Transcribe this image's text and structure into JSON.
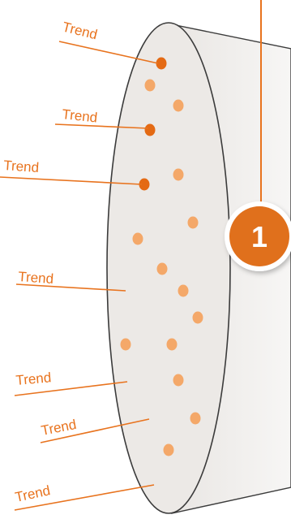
{
  "diagram": {
    "step_badge": "1",
    "trend_labels": [
      {
        "text": "Trend",
        "type": "leader"
      },
      {
        "text": "Trend",
        "type": "leader"
      },
      {
        "text": "Trend",
        "type": "leader"
      },
      {
        "text": "Trend",
        "type": "leader"
      },
      {
        "text": "Trend",
        "type": "leader"
      },
      {
        "text": "Trend",
        "type": "leader"
      },
      {
        "text": "Trend",
        "type": "leader"
      }
    ],
    "colors": {
      "accent": "#E8731E",
      "badge": "#E0701E",
      "dot_dark": "#E46A14",
      "dot_light": "#F4A869",
      "cylinder_face": "#ECE9E6",
      "cylinder_body": "#F2F0EE",
      "outline": "#3B3B3B"
    }
  }
}
